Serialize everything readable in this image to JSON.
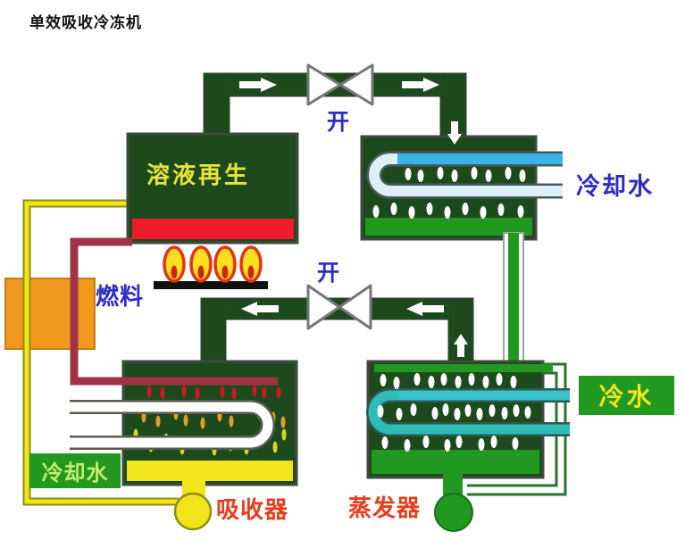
{
  "title": "单效吸收冷冻机",
  "generator": {
    "label": "溶液再生"
  },
  "valves": {
    "top": "开",
    "middle": "开"
  },
  "condenser": {
    "cooling_water_label": "冷却水"
  },
  "burner": {
    "fuel_label": "燃料"
  },
  "absorber": {
    "label": "吸收器",
    "cooling_water_label": "冷却水"
  },
  "evaporator": {
    "label": "蒸发器",
    "chilled_water_label": "冷水"
  },
  "colors": {
    "dark_green": "#1d4a1d",
    "bright_green": "#219921",
    "red_pool": "#ef1b2b",
    "crimson_pipe": "#a03247",
    "yellow_pipe": "#f2e41b",
    "olive_outline": "#8f8c12",
    "orange_exchanger": "#f1991f",
    "cyan_tube": "#38b4e8",
    "pale_tube": "#ddf0f8",
    "teal_tube": "#2fbcb4",
    "blue_text": "#2d2dc4",
    "red_text": "#e93c1b",
    "generator_text": "#e9e435",
    "badge_text_green": "#c6ec70",
    "flame_yellow": "#ffdf1f",
    "flame_red": "#cf2415"
  }
}
